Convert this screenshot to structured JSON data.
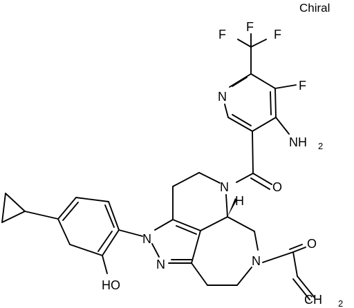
{
  "stereo_label": "Chiral",
  "atoms": {
    "F_left": "F",
    "F_right": "F",
    "F_top": "F",
    "F_ring": "F",
    "N_pyridine": "N",
    "NH2_N": "NH",
    "NH2_sub": "2",
    "O_carbonyl": "O",
    "N_amide": "N",
    "H_stereo": "H",
    "N1_pyrazole": "N",
    "N2_pyrazole": "N",
    "N_azepane": "N",
    "O_acryl": "O",
    "OH": "HO",
    "CH2_C": "CH",
    "CH2_sub": "2"
  }
}
